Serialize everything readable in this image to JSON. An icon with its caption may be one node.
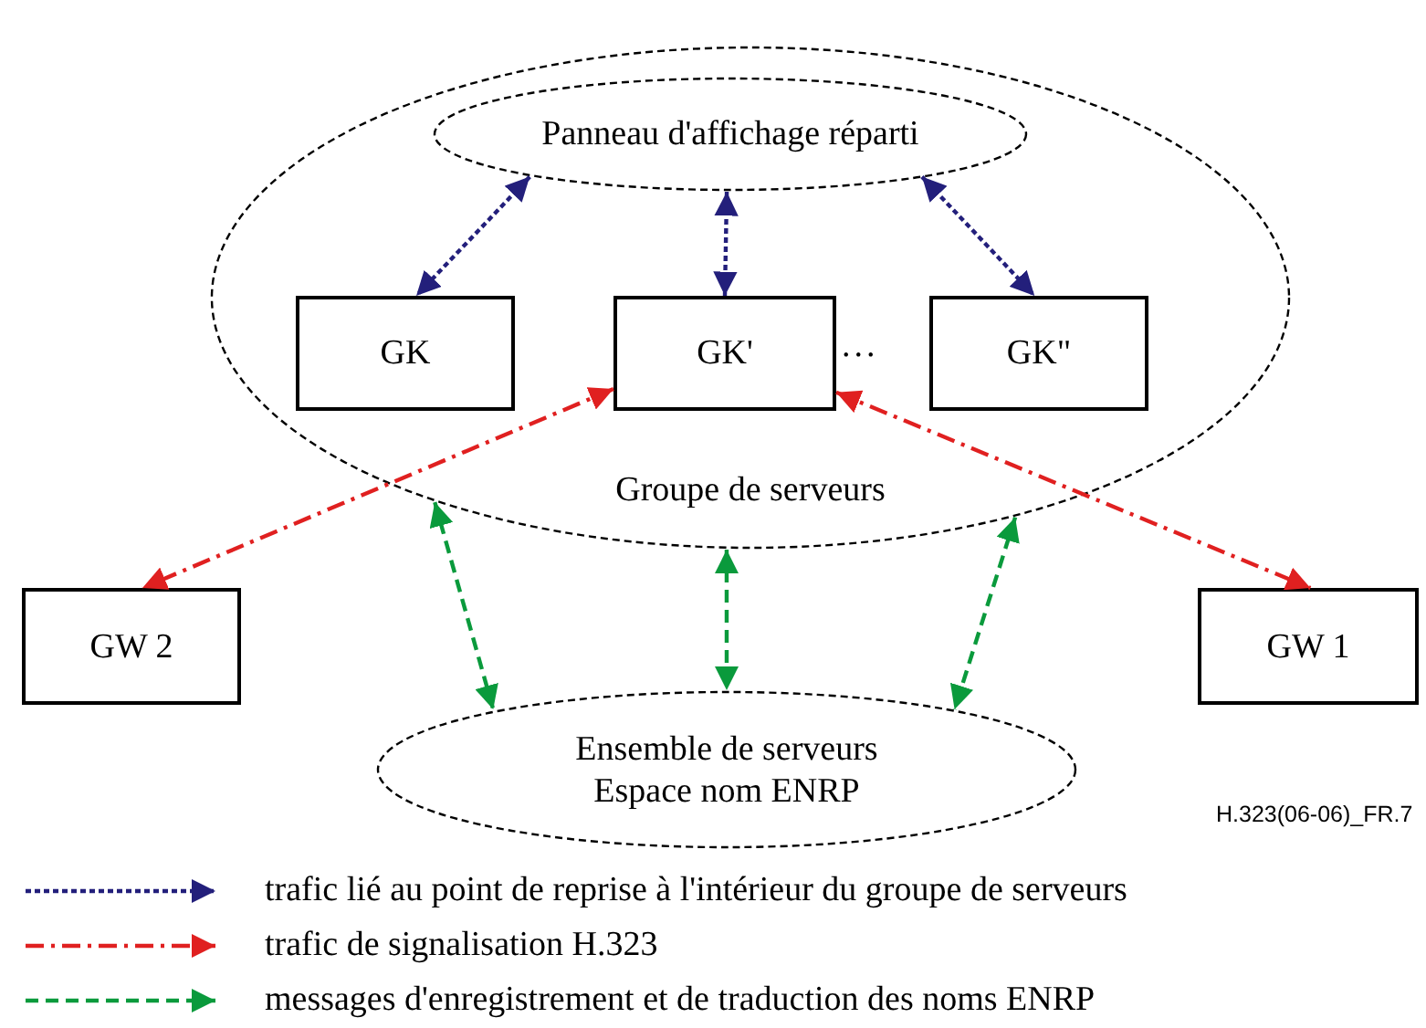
{
  "diagram": {
    "nodes": [
      {
        "text": [
          "Groupe de serveurs"
        ]
      },
      {
        "text": [
          "Panneau d'affichage réparti"
        ],
        "in": 0
      },
      {
        "text": [
          "GK"
        ],
        "in": 0
      },
      {
        "text": [
          "GK'"
        ],
        "in": 0
      },
      {
        "text": [
          "GK\""
        ],
        "in": 0
      },
      {
        "text": [
          "GW 2"
        ]
      },
      {
        "text": [
          "GW 1"
        ]
      },
      {
        "text": [
          "Ensemble de serveurs Espace nom ENRP"
        ]
      }
    ],
    "edges": [
      {
        "from": 1,
        "to": 2,
        "arrow": "both",
        "style": "dashed",
        "color": "#231f7b"
      },
      {
        "from": 1,
        "to": 3,
        "arrow": "both",
        "style": "dashed",
        "color": "#231f7b"
      },
      {
        "from": 1,
        "to": 4,
        "arrow": "both",
        "style": "dashed",
        "color": "#231f7b"
      },
      {
        "from": 3,
        "to": 5,
        "arrow": "both",
        "style": "dashed",
        "color": "#e02020"
      },
      {
        "from": 3,
        "to": 6,
        "arrow": "both",
        "style": "dashed",
        "color": "#e02020"
      },
      {
        "from": 0,
        "to": 7,
        "arrow": "both",
        "style": "dashed",
        "color": "#0a9a3c"
      },
      {
        "from": 0,
        "to": 7,
        "arrow": "both",
        "style": "dashed",
        "color": "#0a9a3c"
      },
      {
        "from": 0,
        "to": 7,
        "arrow": "both",
        "style": "dashed",
        "color": "#0a9a3c"
      }
    ],
    "labels": [
      "...",
      "H.323(06-06)_FR.7"
    ],
    "legend": [
      {
        "text": "trafic lié au point de reprise à l'intérieur du groupe de serveurs"
      },
      {
        "text": "trafic de signalisation H.323"
      },
      {
        "text": "messages d'enregistrement et de traduction des noms ENRP"
      }
    ]
  }
}
